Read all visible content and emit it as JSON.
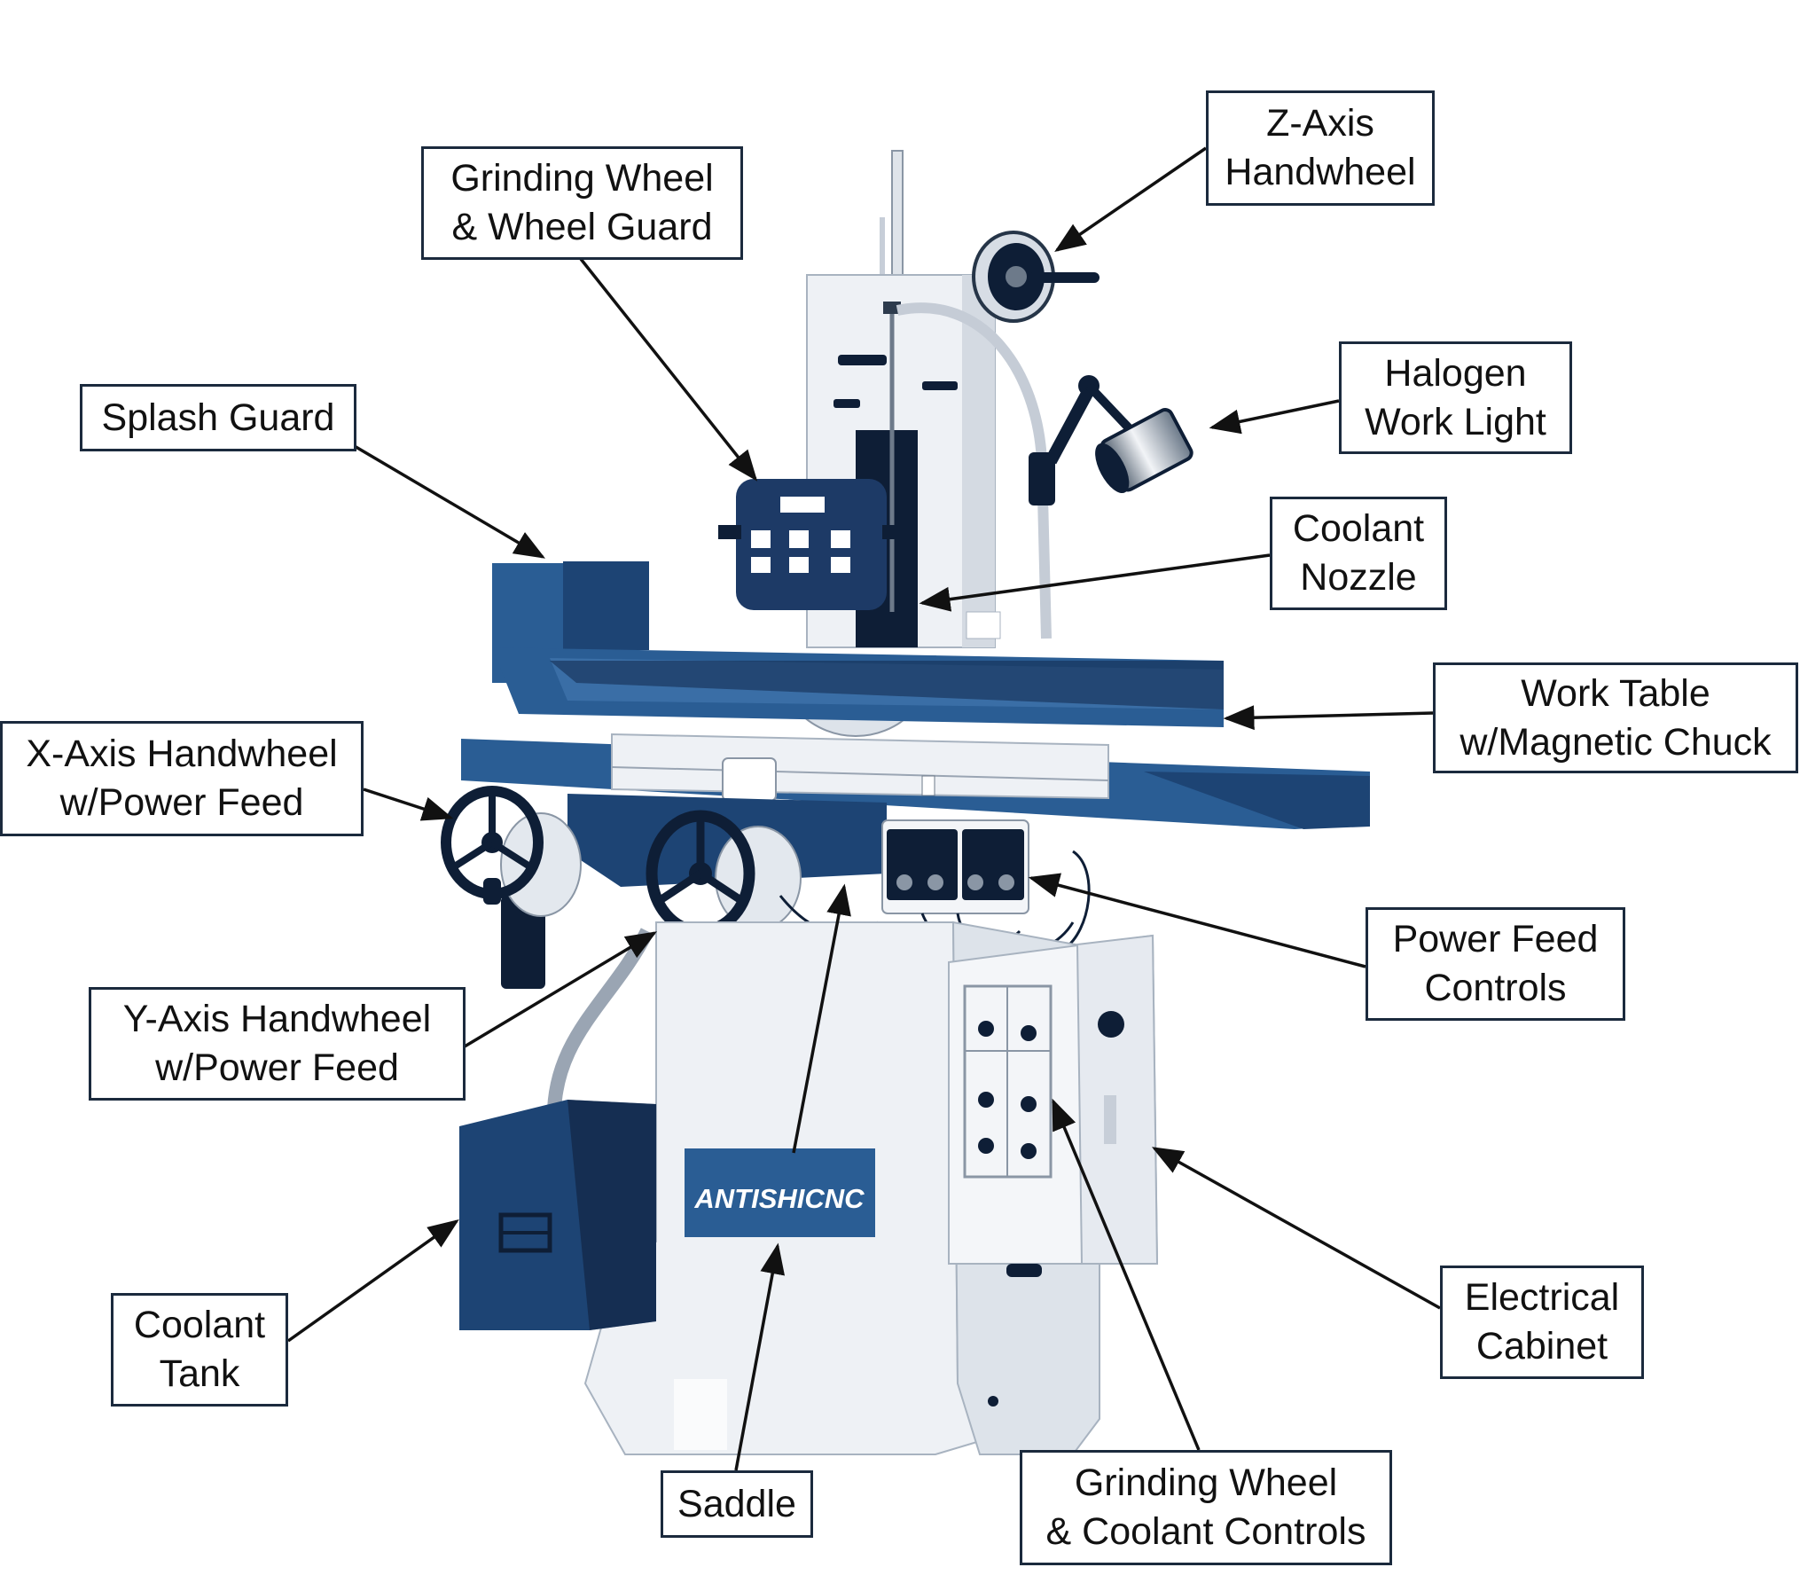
{
  "brand": {
    "logo_text": "ANTISHICNC"
  },
  "colors": {
    "machine_blue": "#2a5d94",
    "dark_navy": "#0e1e36",
    "machine_white": "#eef1f5",
    "label_border": "#1b2a3d",
    "arrow": "#111111"
  },
  "labels": {
    "grinding_wheel_guard": {
      "line1": "Grinding Wheel",
      "line2": "& Wheel Guard"
    },
    "z_axis_handwheel": {
      "line1": "Z-Axis",
      "line2": "Handwheel"
    },
    "splash_guard": {
      "line1": "Splash Guard"
    },
    "halogen_light": {
      "line1": "Halogen",
      "line2": "Work Light"
    },
    "coolant_nozzle": {
      "line1": "Coolant",
      "line2": "Nozzle"
    },
    "work_table": {
      "line1": "Work Table",
      "line2": "w/Magnetic Chuck"
    },
    "x_axis_handwheel": {
      "line1": "X-Axis Handwheel",
      "line2": "w/Power Feed"
    },
    "power_feed_controls": {
      "line1": "Power Feed",
      "line2": "Controls"
    },
    "y_axis_handwheel": {
      "line1": "Y-Axis Handwheel",
      "line2": "w/Power Feed"
    },
    "coolant_tank": {
      "line1": "Coolant",
      "line2": "Tank"
    },
    "electrical_cabinet": {
      "line1": "Electrical",
      "line2": "Cabinet"
    },
    "saddle": {
      "line1": "Saddle"
    },
    "wheel_coolant_controls": {
      "line1": "Grinding Wheel",
      "line2": "& Coolant Controls"
    }
  }
}
